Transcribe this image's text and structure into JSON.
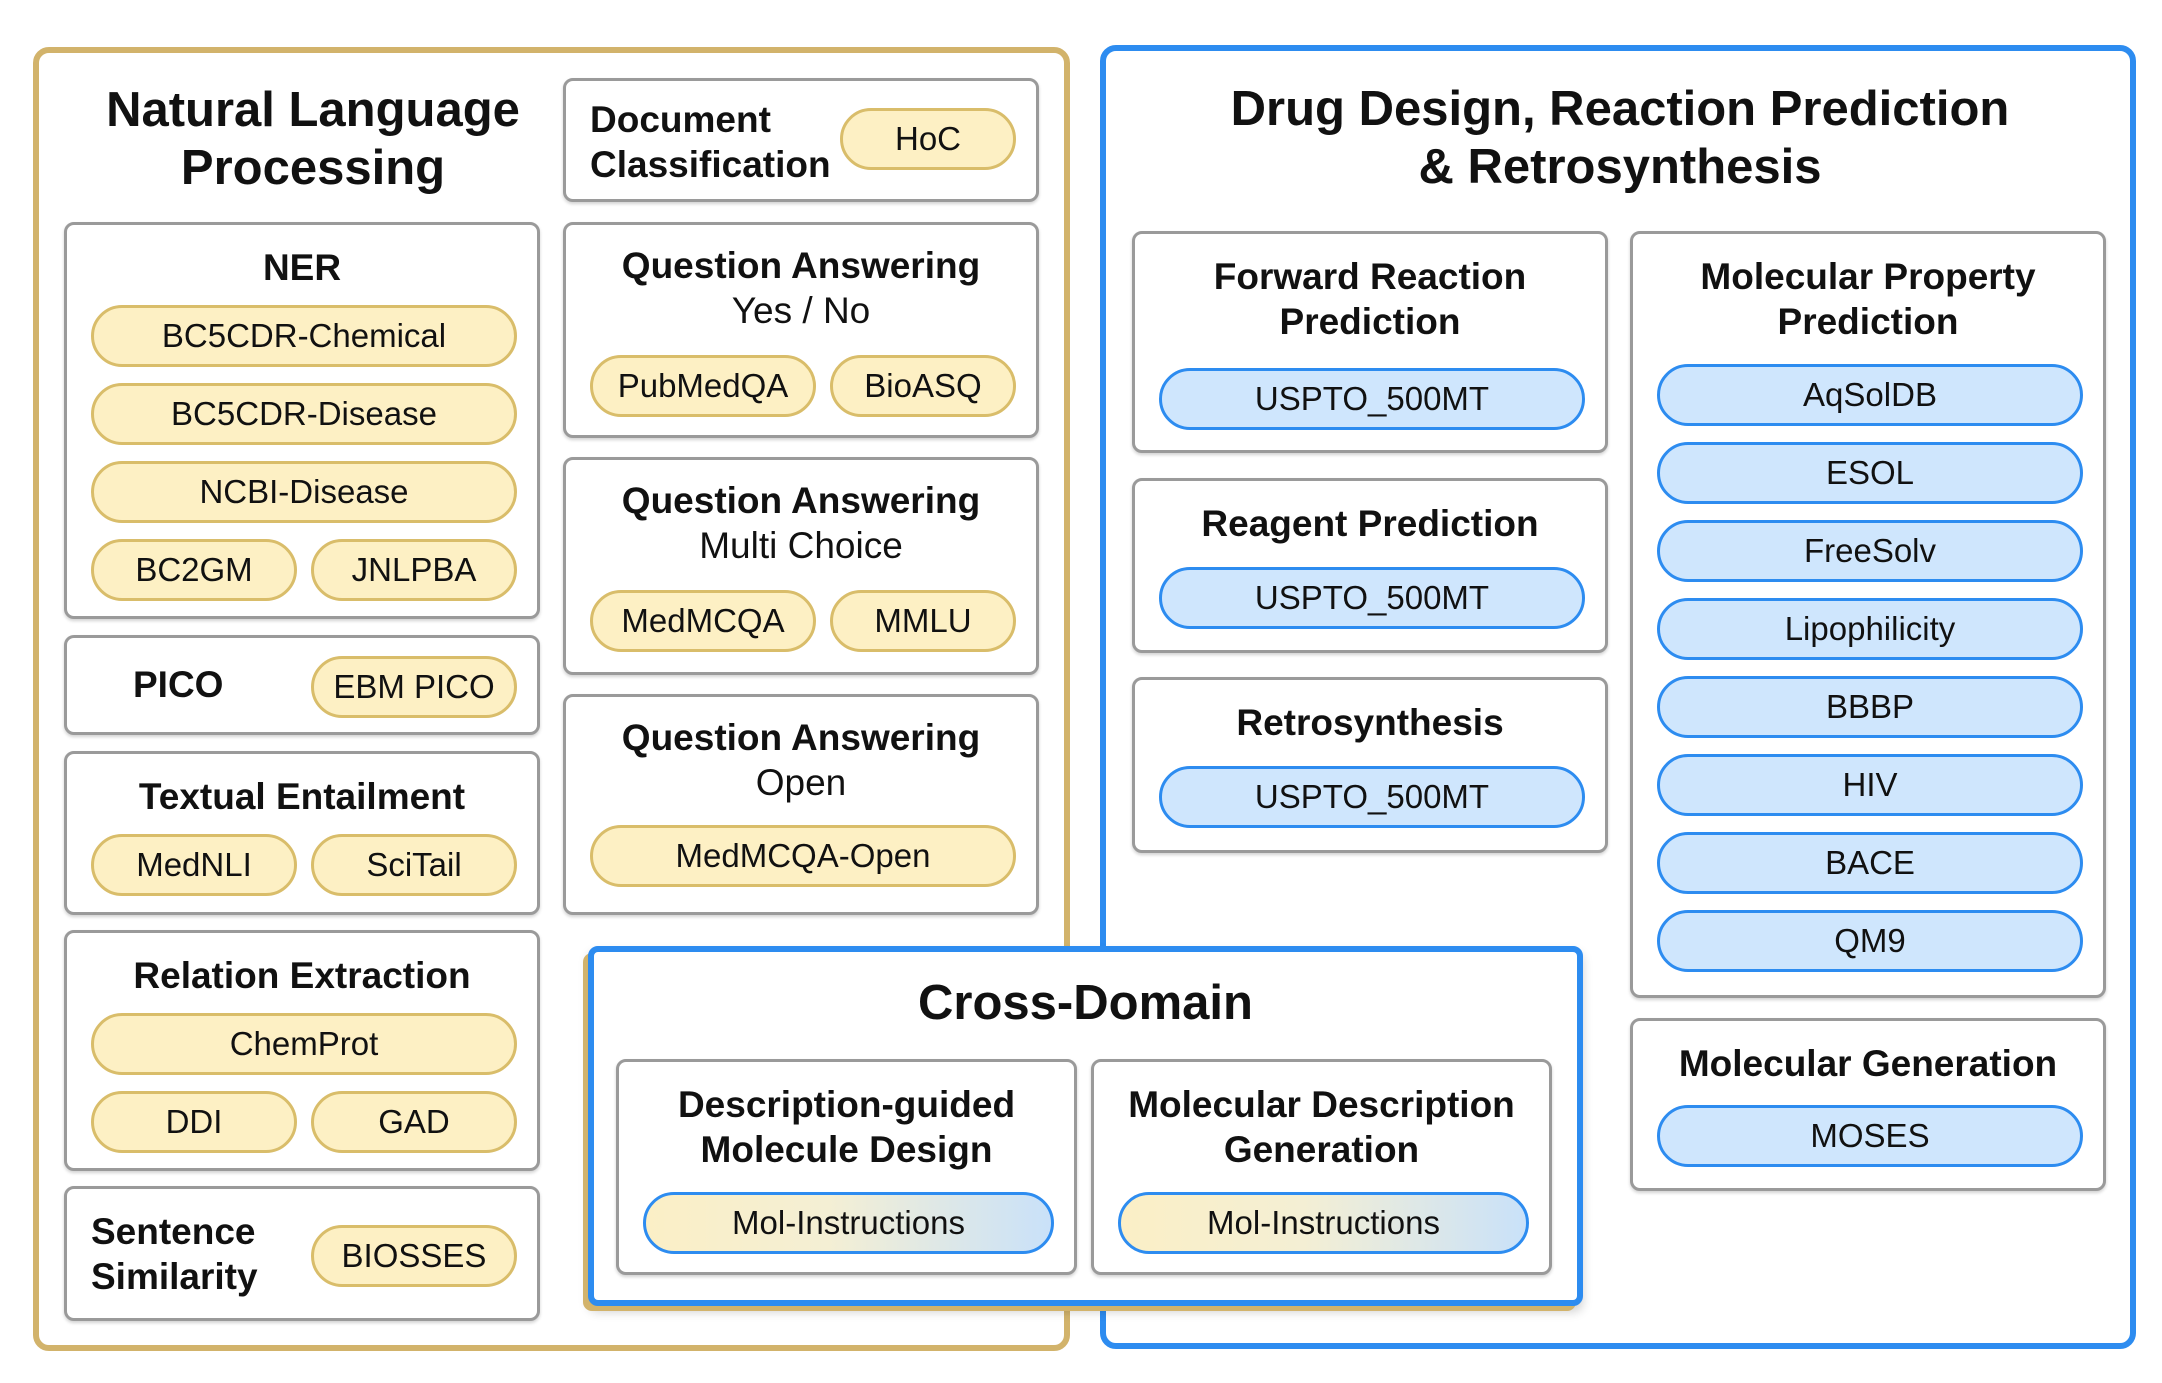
{
  "nlp": {
    "title": "Natural Language Processing",
    "title_lines": [
      "Natural Language",
      "Processing"
    ],
    "document_classification": {
      "title_lines": [
        "Document",
        "Classification"
      ],
      "datasets": [
        "HoC"
      ]
    },
    "ner": {
      "title": "NER",
      "datasets": [
        "BC5CDR-Chemical",
        "BC5CDR-Disease",
        "NCBI-Disease",
        "BC2GM",
        "JNLPBA"
      ]
    },
    "pico": {
      "title": "PICO",
      "datasets": [
        "EBM PICO"
      ]
    },
    "textual_entailment": {
      "title": "Textual Entailment",
      "datasets": [
        "MedNLI",
        "SciTail"
      ]
    },
    "relation_extraction": {
      "title": "Relation Extraction",
      "datasets": [
        "ChemProt",
        "DDI",
        "GAD"
      ]
    },
    "sentence_similarity": {
      "title_lines": [
        "Sentence",
        "Similarity"
      ],
      "datasets": [
        "BIOSSES"
      ]
    },
    "qa_yesno": {
      "title": "Question Answering",
      "subtitle": "Yes / No",
      "datasets": [
        "PubMedQA",
        "BioASQ"
      ]
    },
    "qa_multichoice": {
      "title": "Question Answering",
      "subtitle": "Multi Choice",
      "datasets": [
        "MedMCQA",
        "MMLU"
      ]
    },
    "qa_open": {
      "title": "Question Answering",
      "subtitle": "Open",
      "datasets": [
        "MedMCQA-Open"
      ]
    }
  },
  "drug": {
    "title_lines": [
      "Drug Design, Reaction Prediction",
      "& Retrosynthesis"
    ],
    "forward_reaction": {
      "title_lines": [
        "Forward Reaction",
        "Prediction"
      ],
      "datasets": [
        "USPTO_500MT"
      ]
    },
    "reagent_prediction": {
      "title": "Reagent Prediction",
      "datasets": [
        "USPTO_500MT"
      ]
    },
    "retrosynthesis": {
      "title": "Retrosynthesis",
      "datasets": [
        "USPTO_500MT"
      ]
    },
    "molecular_property": {
      "title_lines": [
        "Molecular Property",
        "Prediction"
      ],
      "datasets": [
        "AqSolDB",
        "ESOL",
        "FreeSolv",
        "Lipophilicity",
        "BBBP",
        "HIV",
        "BACE",
        "QM9"
      ]
    },
    "molecular_generation": {
      "title": "Molecular Generation",
      "datasets": [
        "MOSES"
      ]
    }
  },
  "cross": {
    "title": "Cross-Domain",
    "description_guided": {
      "title_lines": [
        "Description-guided",
        "Molecule Design"
      ],
      "datasets": [
        "Mol-Instructions"
      ]
    },
    "molecular_description": {
      "title_lines": [
        "Molecular Description",
        "Generation"
      ],
      "datasets": [
        "Mol-Instructions"
      ]
    }
  },
  "colors": {
    "nlp_accent": "#d2b36b",
    "drug_accent": "#2d8cf0",
    "gold_pill_fill": "#fdf0c4",
    "blue_pill_fill": "#cfe6fd",
    "box_border": "#9a9a9a"
  }
}
